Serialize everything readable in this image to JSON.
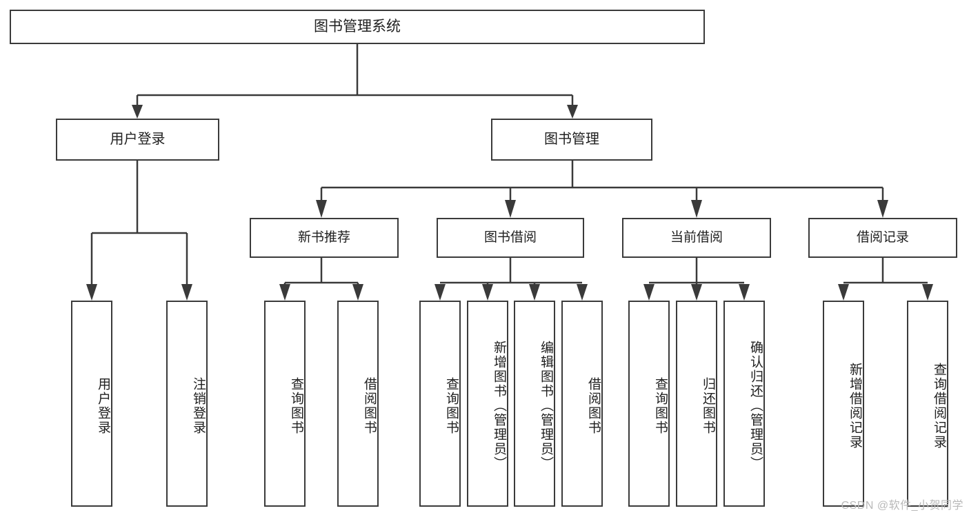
{
  "diagram": {
    "title": "图书管理系统",
    "type": "tree",
    "watermark": "CSDN @软件_小贺同学",
    "colors": {
      "box_border": "#3a3a3a",
      "box_fill": "#ffffff",
      "text": "#202020",
      "connector": "#3a3a3a",
      "watermark": "#b9b9b9"
    },
    "root": {
      "label": "图书管理系统"
    },
    "level2": [
      {
        "id": "user-login",
        "label": "用户登录"
      },
      {
        "id": "book-manage",
        "label": "图书管理"
      }
    ],
    "level3": [
      {
        "id": "new-book-rec",
        "label": "新书推荐",
        "parent": "book-manage"
      },
      {
        "id": "book-borrow",
        "label": "图书借阅",
        "parent": "book-manage"
      },
      {
        "id": "current-borrow",
        "label": "当前借阅",
        "parent": "book-manage"
      },
      {
        "id": "borrow-record",
        "label": "借阅记录",
        "parent": "book-manage"
      }
    ],
    "leaves": [
      {
        "id": "leaf-user-login",
        "label": "用户登录",
        "parent": "user-login"
      },
      {
        "id": "leaf-logout",
        "label": "注销登录",
        "parent": "user-login"
      },
      {
        "id": "leaf-query-book-1",
        "label": "查询图书",
        "parent": "new-book-rec"
      },
      {
        "id": "leaf-borrow-book-1",
        "label": "借阅图书",
        "parent": "new-book-rec"
      },
      {
        "id": "leaf-query-book-2",
        "label": "查询图书",
        "parent": "book-borrow"
      },
      {
        "id": "leaf-add-book",
        "label": "新增图书（管理员）",
        "parent": "book-borrow"
      },
      {
        "id": "leaf-edit-book",
        "label": "编辑图书（管理员）",
        "parent": "book-borrow"
      },
      {
        "id": "leaf-borrow-book-2",
        "label": "借阅图书",
        "parent": "book-borrow"
      },
      {
        "id": "leaf-query-book-3",
        "label": "查询图书",
        "parent": "current-borrow"
      },
      {
        "id": "leaf-return-book",
        "label": "归还图书",
        "parent": "current-borrow"
      },
      {
        "id": "leaf-confirm-return",
        "label": "确认归还（管理员）",
        "parent": "current-borrow"
      },
      {
        "id": "leaf-add-record",
        "label": "新增借阅记录",
        "parent": "borrow-record"
      },
      {
        "id": "leaf-query-record",
        "label": "查询借阅记录",
        "parent": "borrow-record"
      }
    ]
  }
}
